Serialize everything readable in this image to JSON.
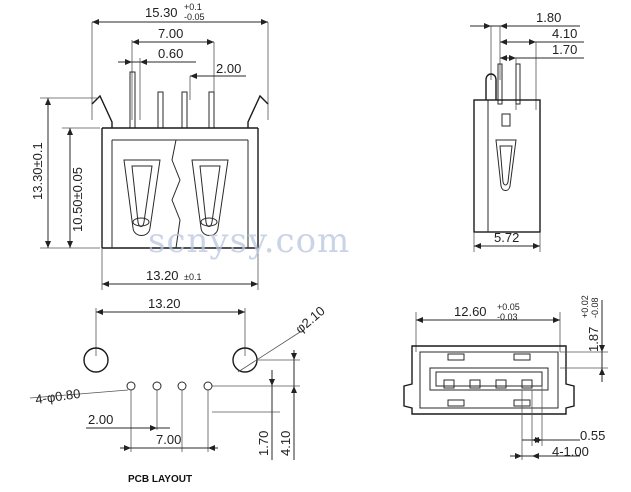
{
  "watermark": "scnysy.com",
  "pcb_layout_label": "PCB LAYOUT",
  "front_view": {
    "overall_width": "15.30",
    "overall_width_tol_plus": "+0.1",
    "overall_width_tol_minus": "-0.05",
    "pin_span": "7.00",
    "pin_pitch_inner": "0.60",
    "pin_pitch": "2.00",
    "overall_height": "13.30±0.1",
    "body_height": "10.50±0.05",
    "body_width": "13.20",
    "body_width_tol": "±0.1"
  },
  "side_view": {
    "dim_a": "1.80",
    "dim_b": "4.10",
    "dim_c": "1.70",
    "depth": "5.72"
  },
  "pcb_layout": {
    "mount_span": "13.20",
    "mount_hole": "φ2.10",
    "pin_holes": "4-φ0.80",
    "pin_pitch": "2.00",
    "pin_span": "7.00",
    "row_offset": "1.70",
    "mount_offset": "4.10"
  },
  "port_view": {
    "opening_width": "12.60",
    "opening_tol_plus": "+0.05",
    "opening_tol_minus": "-0.03",
    "height": "1.87",
    "height_tol_plus": "+0.02",
    "height_tol_minus": "-0.08",
    "contact_gap": "0.55",
    "contact_pitch": "4-1.00"
  }
}
